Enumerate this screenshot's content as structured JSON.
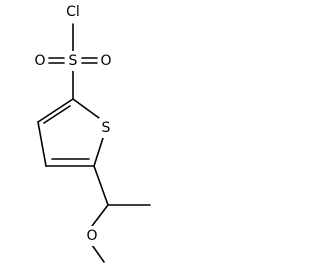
{
  "molecule": {
    "atoms": {
      "chlorine": "Cl",
      "sulfonyl_sulfur": "S",
      "sulfonyl_oxygen_left": "O",
      "sulfonyl_oxygen_right": "O",
      "ring_sulfur": "S",
      "ether_oxygen": "O"
    },
    "colors": {
      "bond": "#000000",
      "label": "#000000",
      "background": "#ffffff"
    }
  }
}
